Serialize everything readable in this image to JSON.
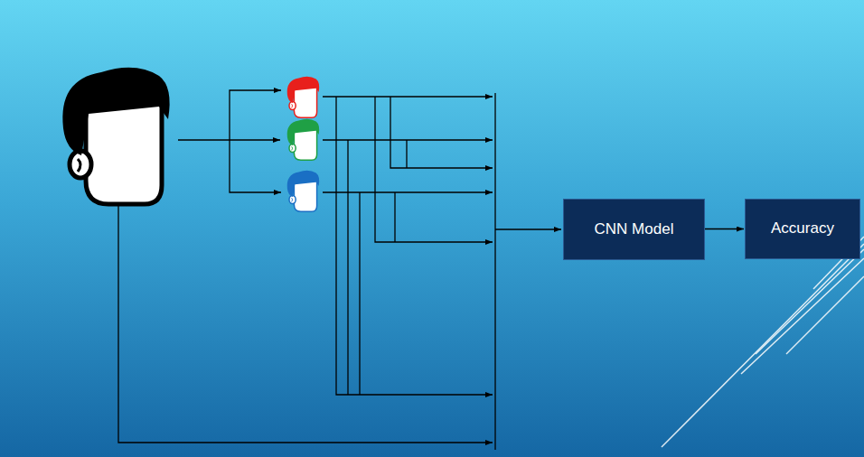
{
  "diagram": {
    "nodes": [
      {
        "text": [
          "CNN Model"
        ]
      },
      {
        "text": [
          "Accuracy"
        ]
      }
    ],
    "edges": [
      {
        "from": 0,
        "to": 1,
        "arrow": "to"
      }
    ]
  }
}
